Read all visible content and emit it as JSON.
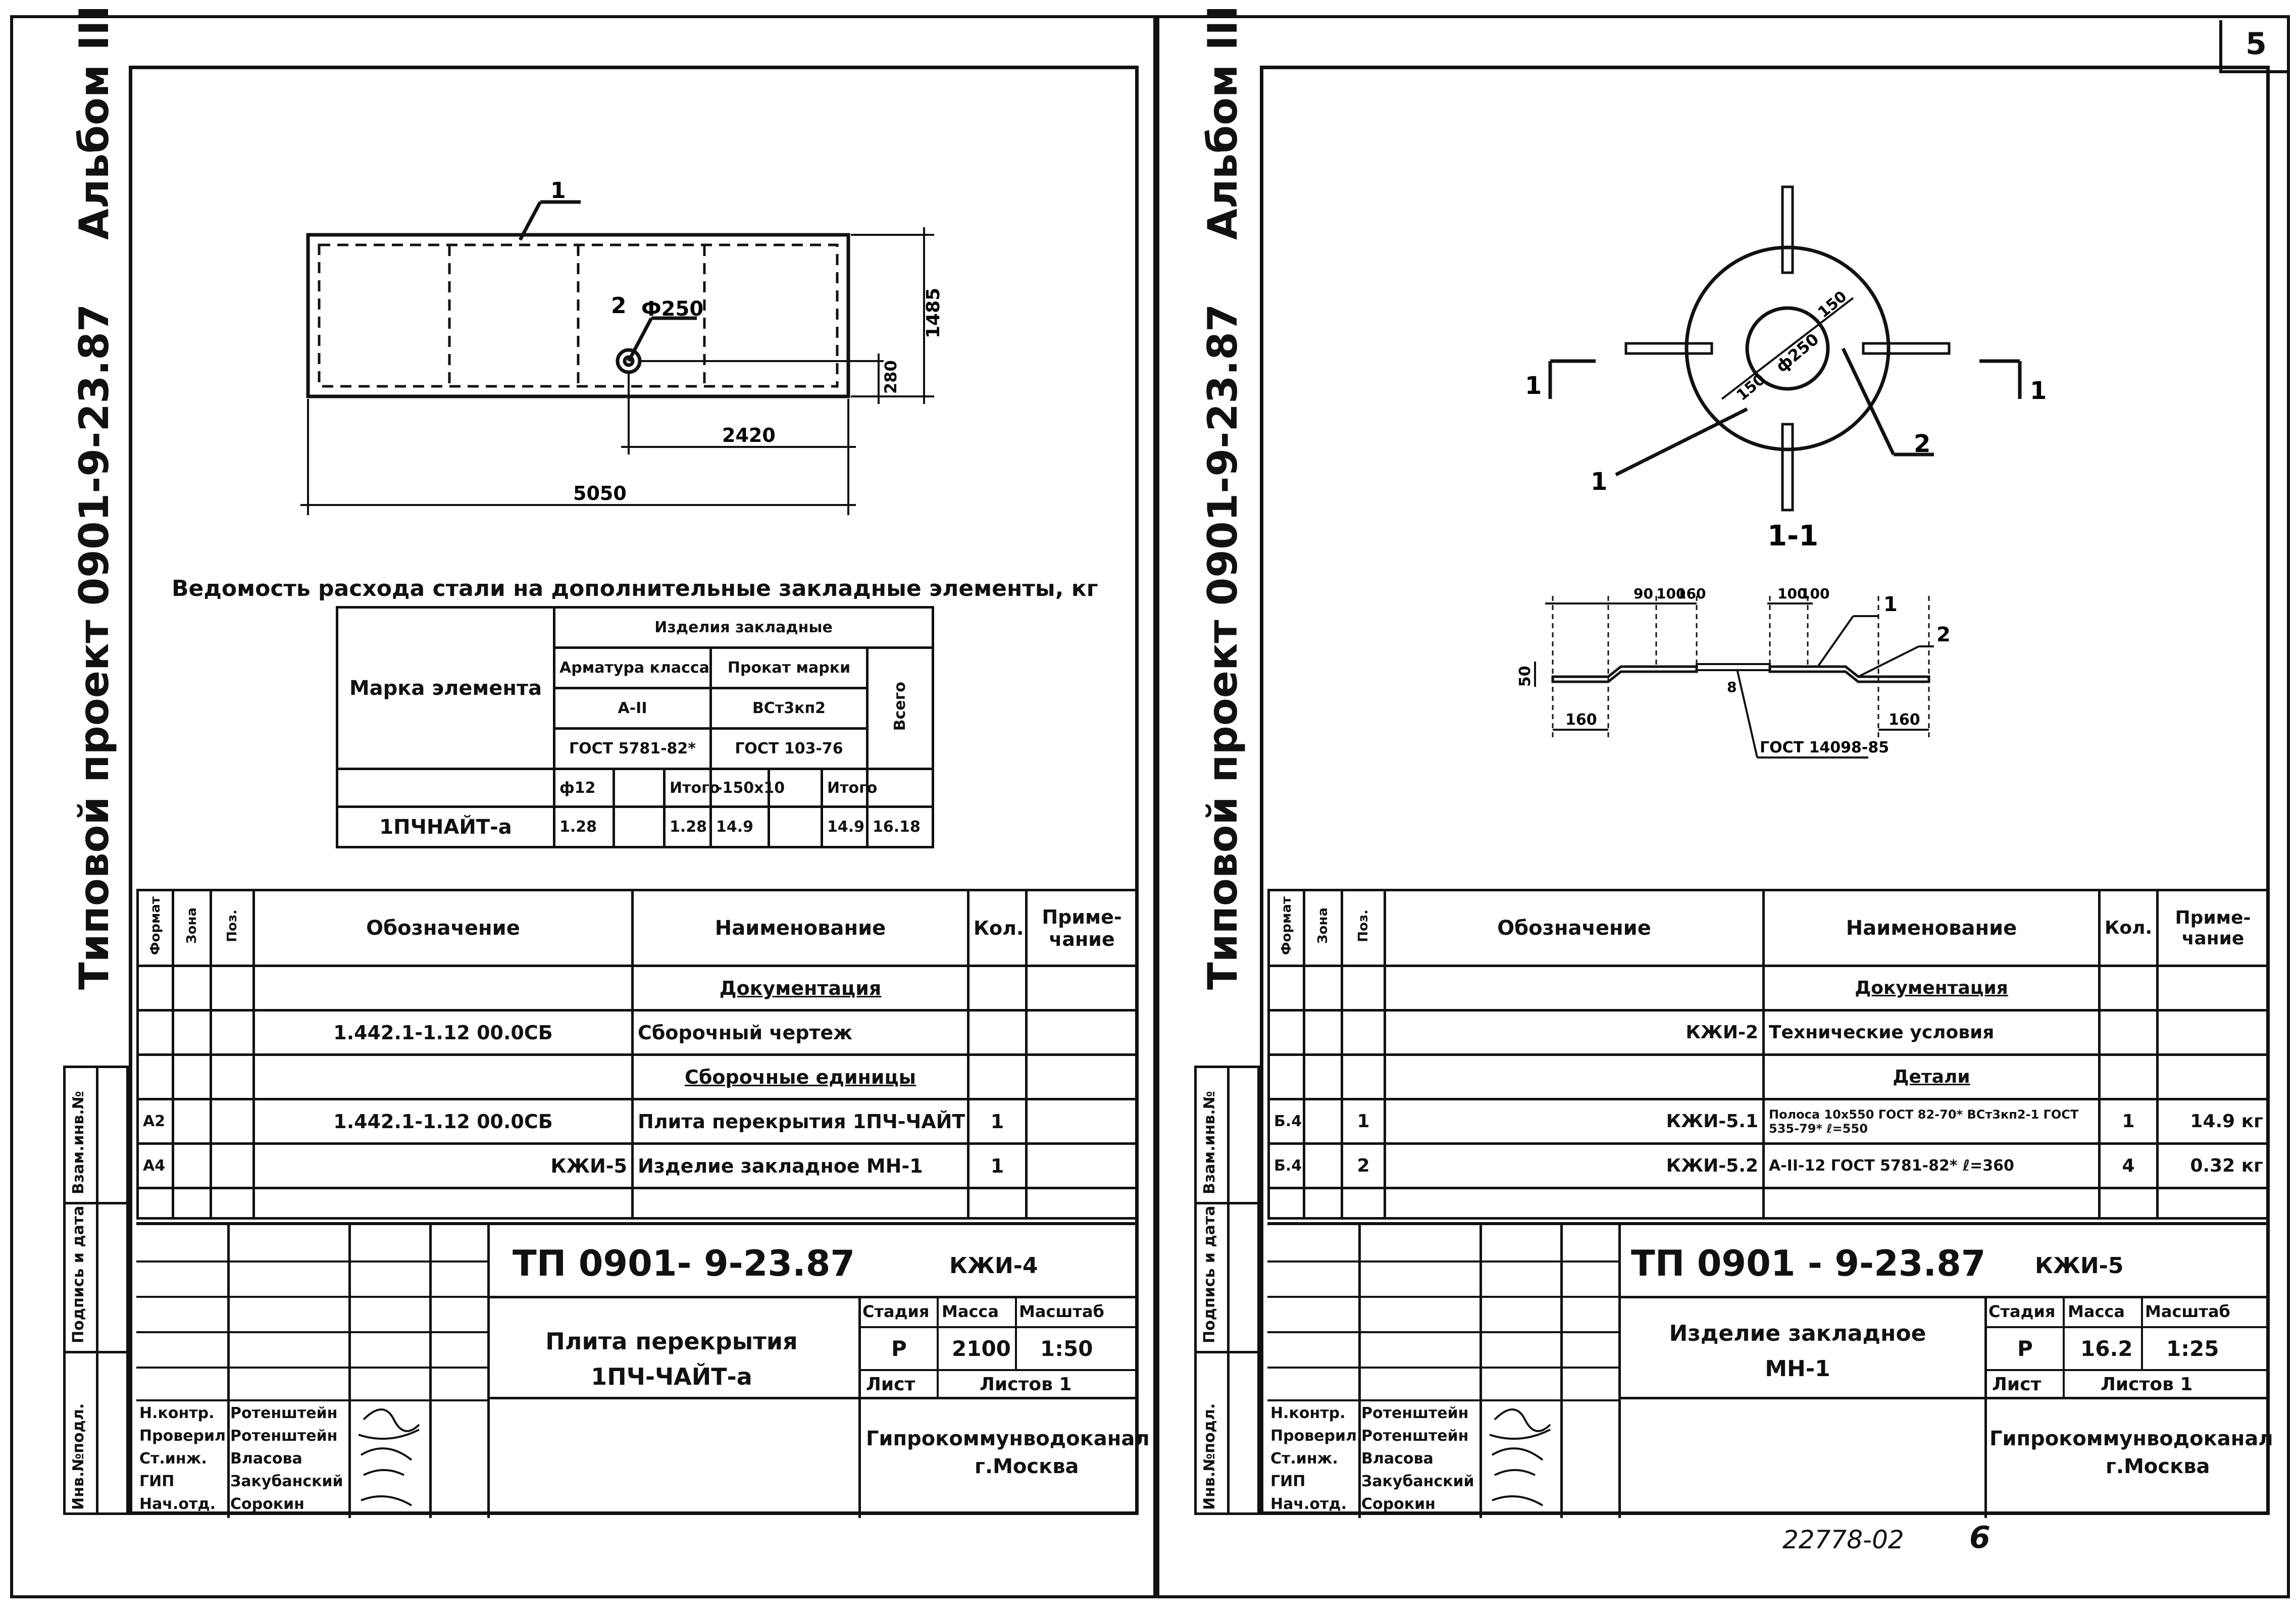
{
  "page_number": "5",
  "left": {
    "album": "Альбом III",
    "project": "Типовой проект 0901-9-23.87",
    "side_labels": [
      "Инв.№подл.",
      "Подпись и дата",
      "Взам.инв.№"
    ],
    "drawing": {
      "pos1": "1",
      "pos2": "2",
      "hole": "Ф250",
      "dim_1485": "1485",
      "dim_280": "280",
      "dim_2420": "2420",
      "dim_5050": "5050"
    },
    "steel": {
      "title": "Ведомость расхода стали на дополнительные закладные элементы, кг",
      "mark_header": "Марка элемента",
      "group": "Изделия закладные",
      "rebar_class": "Арматура класса",
      "rolled_mark": "Прокат марки",
      "a2": "А-II",
      "vst": "ВСт3кп2",
      "gost1": "ГОСТ 5781-82*",
      "gost2": "ГОСТ 103-76",
      "total": "Всего",
      "phi12": "ф12",
      "itogo": "Итого",
      "strip": "-150х10",
      "row_mark": "1ПЧНАЙТ-а",
      "v1": "1.28",
      "v2": "1.28",
      "v3": "14.9",
      "v4": "14.9",
      "v5": "16.18"
    },
    "spec": {
      "h_format": "Формат",
      "h_zone": "Зона",
      "h_pos": "Поз.",
      "h_designation": "Обозначение",
      "h_name": "Наименование",
      "h_qty": "Кол.",
      "h_note": "Приме-чание",
      "rows": [
        {
          "format": "",
          "pos": "",
          "des": "",
          "name": "Документация",
          "qty": "",
          "note": ""
        },
        {
          "format": "",
          "pos": "",
          "des": "1.442.1-1.12 00.0СБ",
          "name": "Сборочный чертеж",
          "qty": "",
          "note": ""
        },
        {
          "format": "",
          "pos": "",
          "des": "",
          "name": "Сборочные единицы",
          "qty": "",
          "note": ""
        },
        {
          "format": "А2",
          "pos": "",
          "des": "1.442.1-1.12 00.0СБ",
          "name": "Плита перекрытия 1ПЧ-ЧАЙТ",
          "qty": "1",
          "note": ""
        },
        {
          "format": "А4",
          "pos": "",
          "des": "КЖИ-5",
          "name": "Изделие закладное МН-1",
          "qty": "1",
          "note": ""
        }
      ]
    },
    "stamp": {
      "code": "ТП 0901- 9-23.87",
      "sheet_code": "КЖИ-4",
      "title": "Плита перекрытия 1ПЧ-ЧАЙТ-а",
      "stage_h": "Стадия",
      "mass_h": "Масса",
      "scale_h": "Масштаб",
      "stage": "Р",
      "mass": "2100",
      "scale": "1:50",
      "list": "Лист",
      "lists": "Листов 1",
      "org": "Гипрокоммунводоканал",
      "city": "г.Москва",
      "roles": [
        {
          "role": "Н.контр.",
          "name": "Ротенштейн"
        },
        {
          "role": "Проверил",
          "name": "Ротенштейн"
        },
        {
          "role": "Ст.инж.",
          "name": "Власова"
        },
        {
          "role": "ГИП",
          "name": "Закубанский"
        },
        {
          "role": "Нач.отд.",
          "name": "Сорокин"
        }
      ]
    }
  },
  "right": {
    "album": "Альбом III",
    "project": "Типовой проект 0901-9-23.87",
    "side_labels": [
      "Инв.№подл.",
      "Подпись и дата",
      "Взам.инв.№"
    ],
    "drawing": {
      "d250": "ф250",
      "d150a": "150",
      "d150b": "150",
      "section": "1-1",
      "cut_left": "1",
      "cut_right": "1",
      "pos1": "1",
      "pos2": "2",
      "d90": "90",
      "d100": "100",
      "d160": "160",
      "d100b": "100",
      "d100c": "100",
      "d50": "50",
      "d8": "8",
      "d160b": "160",
      "d160c": "160",
      "gost": "ГОСТ 14098-85"
    },
    "spec": {
      "h_format": "Формат",
      "h_zone": "Зона",
      "h_pos": "Поз.",
      "h_designation": "Обозначение",
      "h_name": "Наименование",
      "h_qty": "Кол.",
      "h_note": "Приме-чание",
      "rows": [
        {
          "format": "",
          "pos": "",
          "des": "",
          "name": "Документация",
          "qty": "",
          "note": ""
        },
        {
          "format": "",
          "pos": "",
          "des": "КЖИ-2",
          "name": "Технические условия",
          "qty": "",
          "note": ""
        },
        {
          "format": "",
          "pos": "",
          "des": "",
          "name": "Детали",
          "qty": "",
          "note": ""
        },
        {
          "format": "Б.4",
          "pos": "1",
          "des": "КЖИ-5.1",
          "name": "Полоса 10х550 ГОСТ 82-70* ВСт3кп2-1 ГОСТ 535-79* ℓ=550",
          "qty": "1",
          "note": "14.9 кг"
        },
        {
          "format": "Б.4",
          "pos": "2",
          "des": "КЖИ-5.2",
          "name": "А-II-12 ГОСТ 5781-82* ℓ=360",
          "qty": "4",
          "note": "0.32 кг"
        }
      ]
    },
    "stamp": {
      "code": "ТП 0901 - 9-23.87",
      "sheet_code": "КЖИ-5",
      "title": "Изделие закладное МН-1",
      "stage_h": "Стадия",
      "mass_h": "Масса",
      "scale_h": "Масштаб",
      "stage": "Р",
      "mass": "16.2",
      "scale": "1:25",
      "list": "Лист",
      "lists": "Листов 1",
      "org": "Гипрокоммунводоканал",
      "city": "г.Москва",
      "roles": [
        {
          "role": "Н.контр.",
          "name": "Ротенштейн"
        },
        {
          "role": "Проверил",
          "name": "Ротенштейн"
        },
        {
          "role": "Ст.инж.",
          "name": "Власова"
        },
        {
          "role": "ГИП",
          "name": "Закубанский"
        },
        {
          "role": "Нач.отд.",
          "name": "Сорокин"
        }
      ]
    },
    "footer_number": "22778-02",
    "footer_page": "6"
  }
}
